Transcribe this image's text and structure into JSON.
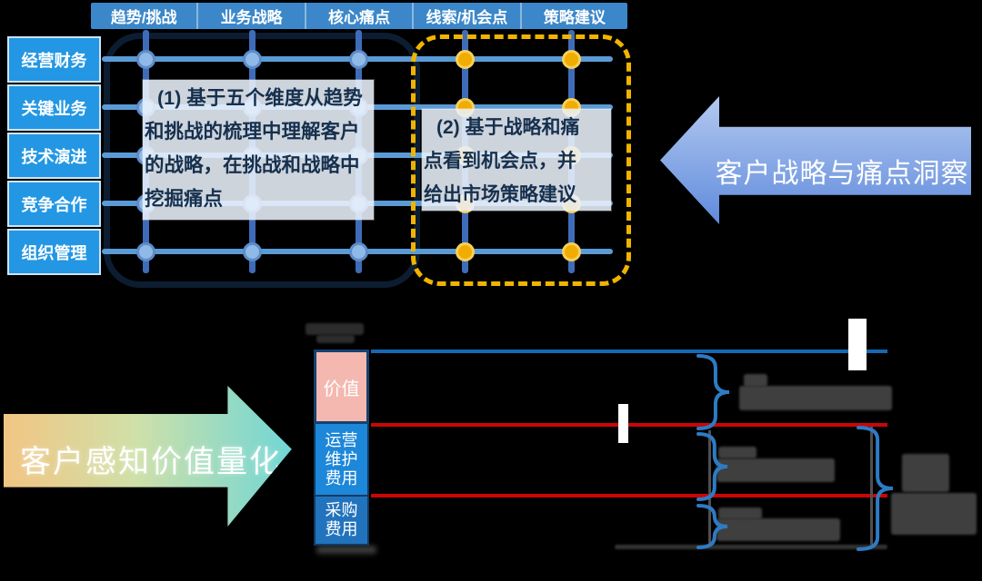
{
  "matrix": {
    "columns": [
      "趋势/挑战",
      "业务战略",
      "核心痛点",
      "线索/机会点",
      "策略建议"
    ],
    "rows": [
      "经营财务",
      "关键业务",
      "技术演进",
      "竞争合作",
      "组织管理"
    ],
    "note1": "(1) 基于五个维度从趋势\n和挑战的梳理中理解客户\n的战略，在挑战和战略中\n挖掘痛点",
    "note2": "(2) 基于战略和痛\n点看到机会点，并\n给出市场策略建议",
    "arrow_label": "客户战略与痛点洞察"
  },
  "value_model": {
    "arrow_label": "客户感知价值量化",
    "bar_segments": [
      {
        "label": "价值",
        "color": "#f4b8b0"
      },
      {
        "label": "运营\n维护\n费用",
        "color": "#1d87d9"
      },
      {
        "label": "采购\n费用",
        "color": "#2273bd"
      }
    ]
  },
  "icons": {
    "insight_arrow": "left-arrow-icon",
    "value_arrow": "right-arrow-icon"
  },
  "colors": {
    "header_blue": "#3b87c9",
    "row_header_blue": "#2397e3",
    "grid_vertical": "#3f6cb8",
    "grid_horizontal": "#5b9bd5",
    "node_blue": "#8fb9e6",
    "node_gold": "#f0ac00",
    "gold_dashed_frame": "#f0b400",
    "dark_frame": "#0d1d31",
    "value_line_blue": "#1668b4",
    "cost_line_red": "#cc0505",
    "brace_blue": "#2e7bc4",
    "arrow_gradient_top": "#b5cbf0",
    "arrow_gradient_bottom": "#5e89dc",
    "arrow2_gradient_left": "#f2c583",
    "arrow2_gradient_right": "#6fd6d6"
  }
}
